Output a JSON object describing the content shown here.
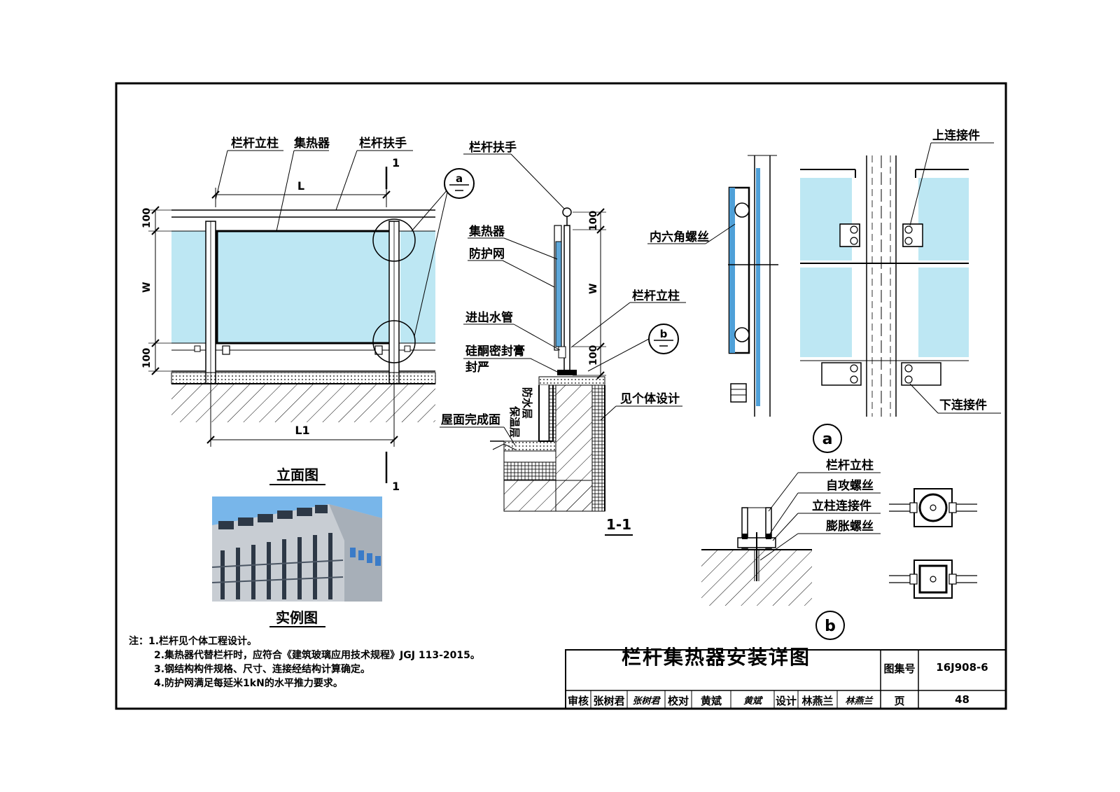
{
  "colors": {
    "glass": "#bde7f3",
    "line": "#000000"
  },
  "elevation": {
    "labels": {
      "post": "栏杆立柱",
      "collector": "集热器",
      "handrail": "栏杆扶手"
    },
    "dims": {
      "L": "L",
      "L1": "L1",
      "top": "100",
      "w": "W",
      "bottom": "100"
    },
    "section_mark": "1",
    "callout_a": "a",
    "title": "立面图"
  },
  "photo": {
    "title": "实例图"
  },
  "section": {
    "labels": {
      "handrail": "栏杆扶手",
      "collector": "集热器",
      "mesh": "防护网",
      "pipe": "进出水管",
      "sealant1": "硅酮密封膏",
      "sealant2": "封严",
      "post": "栏杆立柱",
      "roof": "屋面完成面",
      "waterproof": "防水层",
      "insulation": "保温层",
      "see_design": "见个体设计"
    },
    "dims": {
      "top": "100",
      "w": "W",
      "bottom": "100"
    },
    "callout_b": "b",
    "title": "1-1"
  },
  "detail_a": {
    "labels": {
      "hex_bolt": "内六角螺丝",
      "upper": "上连接件",
      "lower": "下连接件"
    },
    "mark": "a"
  },
  "detail_b": {
    "labels": {
      "post": "栏杆立柱",
      "tapping": "自攻螺丝",
      "connector": "立柱连接件",
      "expansion": "膨胀螺丝"
    },
    "mark": "b"
  },
  "notes": [
    "注：1.栏杆见个体工程设计。",
    "2.集热器代替栏杆时，应符合《建筑玻璃应用技术规程》JGJ 113-2015。",
    "3.钢结构构件规格、尺寸、连接经结构计算确定。",
    "4.防护网满足每延米1kN的水平推力要求。"
  ],
  "title_block": {
    "title": "栏杆集热器安装详图",
    "atlas_label": "图集号",
    "atlas_no": "16J908-6",
    "review": "审核",
    "reviewer": "张树君",
    "review_sign": "张树君",
    "check": "校对",
    "checker": "黄斌",
    "check_sign": "黄斌",
    "design": "设计",
    "designer": "林燕兰",
    "design_sign": "林燕兰",
    "page_label": "页",
    "page": "48"
  }
}
